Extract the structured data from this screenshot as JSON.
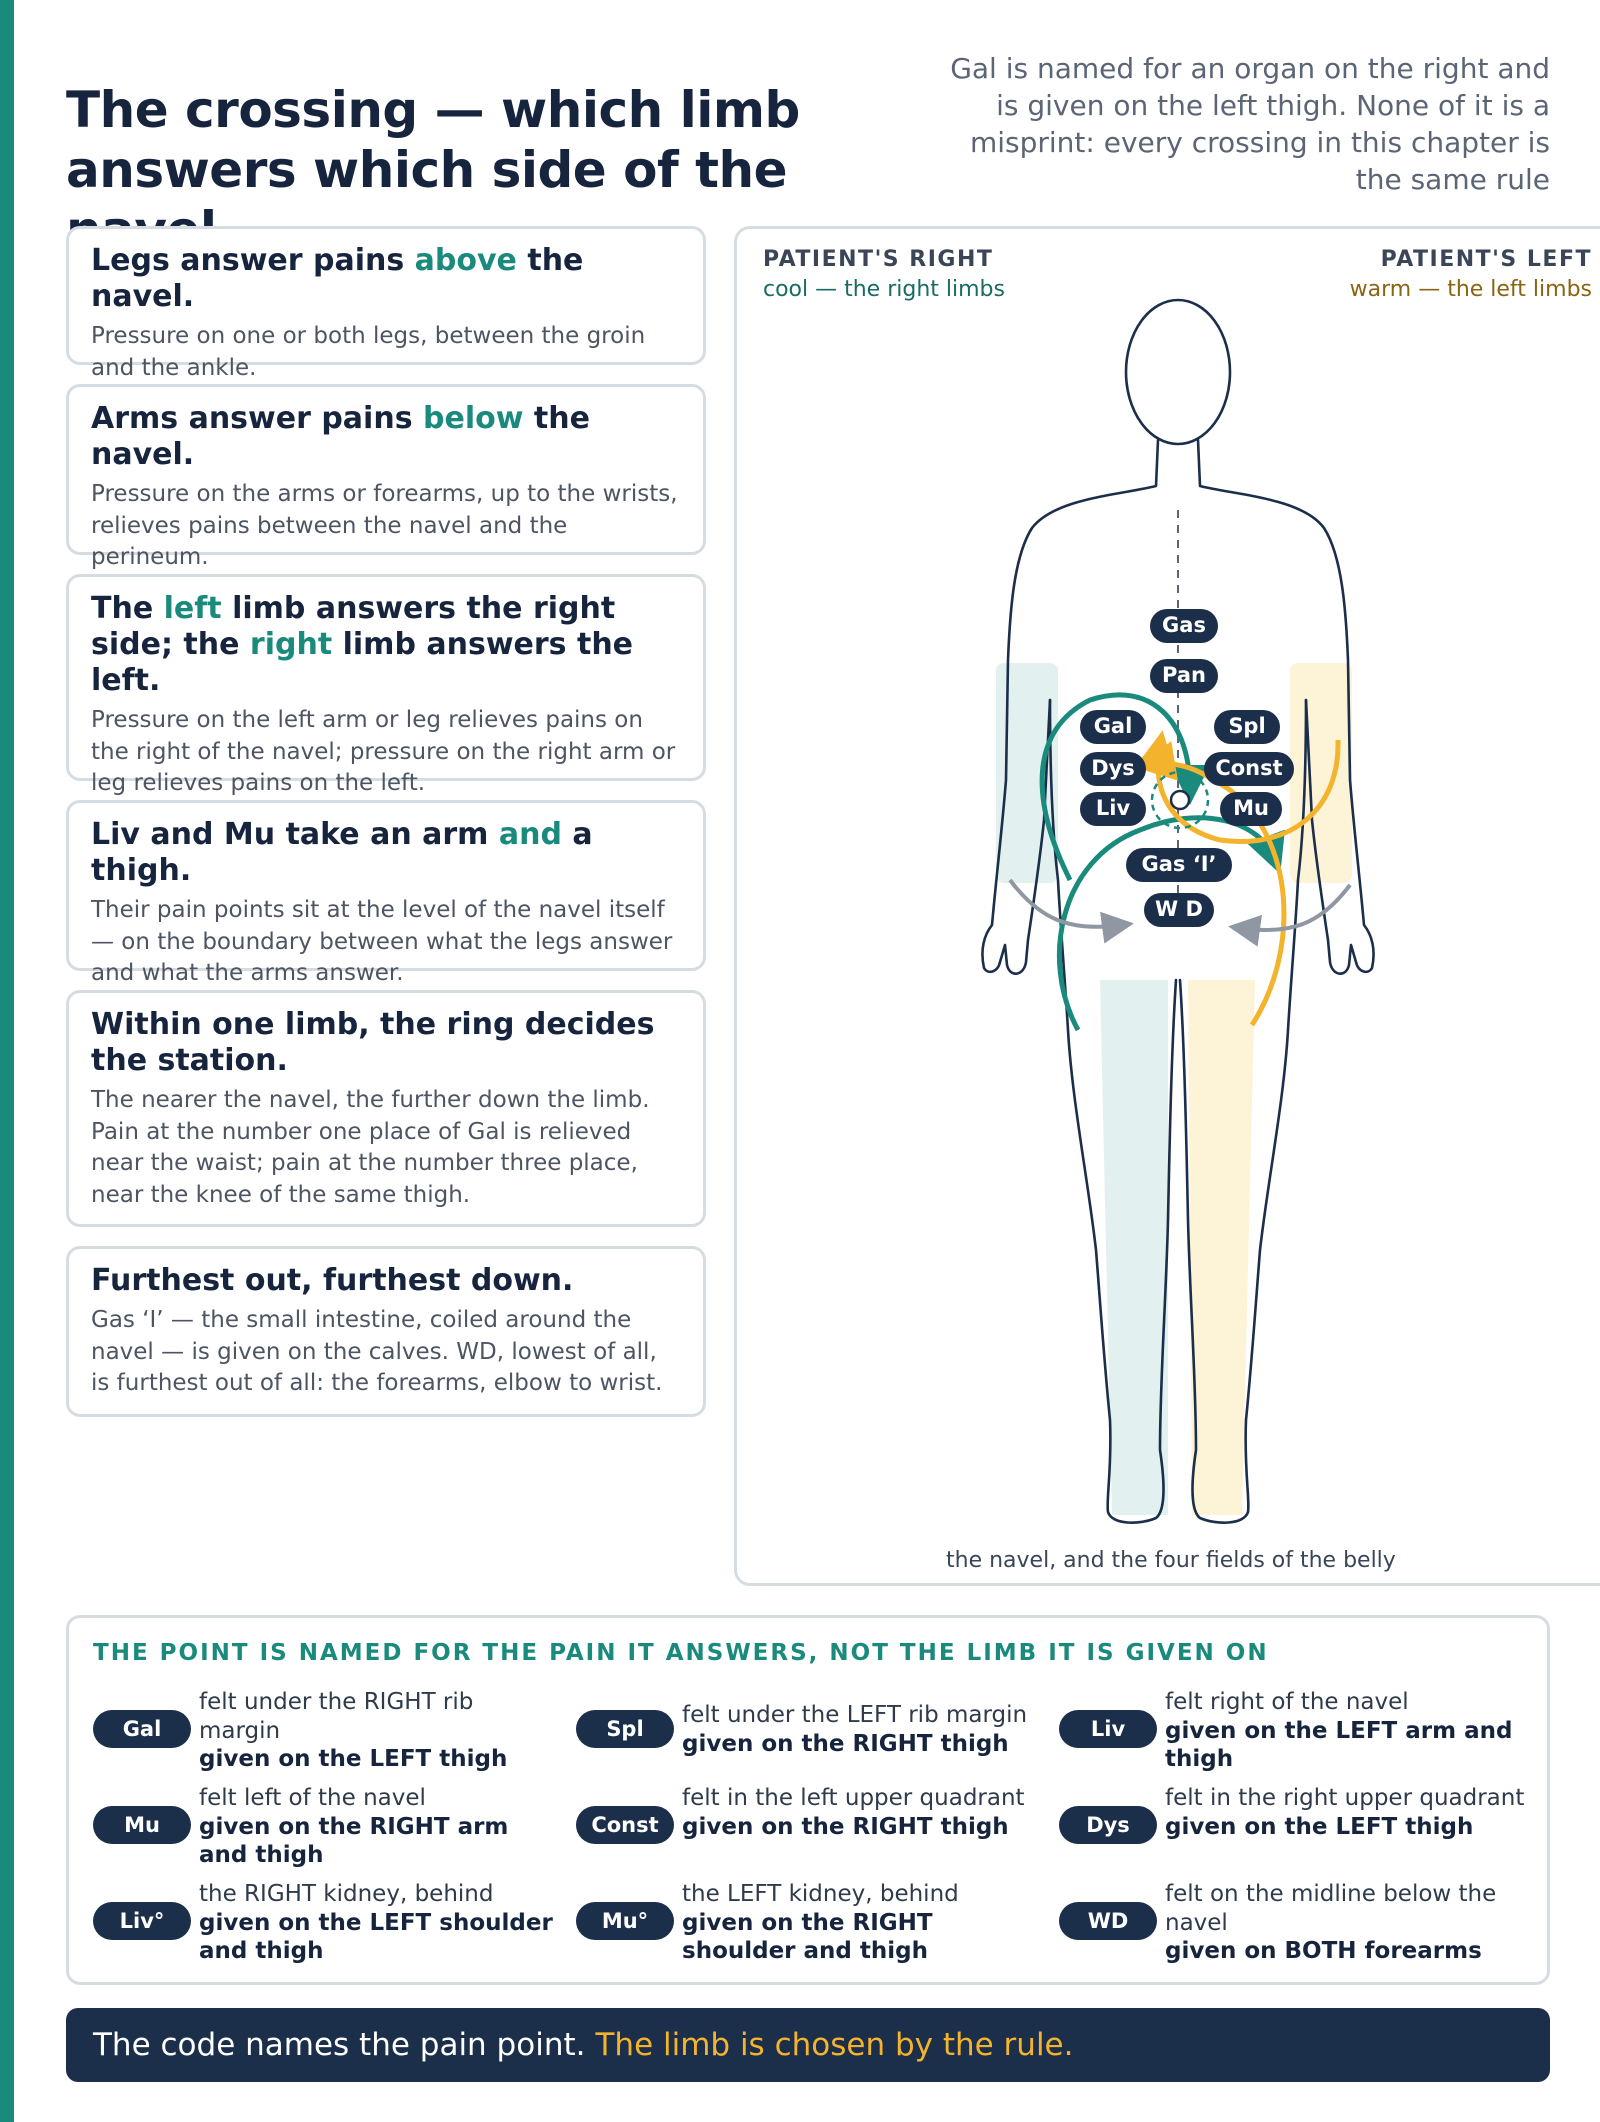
{
  "title": "The crossing — which limb answers which side of the navel",
  "subtitle": "Gal is named for an organ on the right and is given on the left thigh. None of it is a misprint: every crossing in this chapter is the same rule",
  "rules": [
    {
      "head_pre": "Legs answer pains ",
      "head_hl": "above",
      "head_post": " the navel.",
      "body": "Pressure on one or both legs, between the groin and the ankle."
    },
    {
      "head_pre": "Arms answer pains ",
      "head_hl": "below",
      "head_post": " the navel.",
      "body": "Pressure on the arms or forearms, up to the wrists, relieves pains between the navel and the perineum."
    },
    {
      "head_pre": "The ",
      "head_hl": "left",
      "head_mid": " limb answers the right side; the ",
      "head_hl2": "right",
      "head_post": " limb answers the left.",
      "body": "Pressure on the left arm or leg relieves pains on the right of the navel; pressure on the right arm or leg relieves pains on the left."
    },
    {
      "head_pre": "Liv and Mu take an arm ",
      "head_hl": "and",
      "head_post": " a thigh.",
      "body": "Their pain points sit at the level of the navel itself — on the boundary between what the legs answer and what the arms answer."
    },
    {
      "head_pre": "Within one limb, the ring decides the station.",
      "body": "The nearer the navel, the further down the limb. Pain at the number one place of Gal is relieved near the waist; pain at the number three place, near the knee of the same thigh."
    },
    {
      "head_pre": "Furthest out, furthest down.",
      "body": "Gas ‘I’ — the small intestine, coiled around the navel — is given on the calves. WD, lowest of all, is furthest out of all: the forearms, elbow to wrist."
    }
  ],
  "figure": {
    "right_head": "PATIENT'S RIGHT",
    "right_sub": "cool — the right limbs",
    "left_head": "PATIENT'S LEFT",
    "left_sub": "warm — the left limbs",
    "caption": "the navel, and the four fields of the belly",
    "points": [
      "Gas",
      "Pan",
      "Gal",
      "Spl",
      "Dys",
      "Const",
      "Liv",
      "Mu",
      "Gas ‘I’",
      "W D"
    ],
    "colors": {
      "cool": "#1a8a7d",
      "warm": "#f4b32d",
      "cool_fill": "#e2f0ef",
      "warm_fill": "#fdf3d6",
      "pill": "#1b2e4a",
      "grey_arrow": "#8f97a3"
    }
  },
  "key": {
    "title": "THE POINT IS NAMED FOR THE PAIN IT ANSWERS, NOT THE LIMB IT IS GIVEN ON",
    "items": [
      {
        "code": "Gal",
        "text": "felt under the RIGHT rib margin",
        "given": "given on the LEFT thigh"
      },
      {
        "code": "Spl",
        "text": "felt under the LEFT rib margin",
        "given": "given on the RIGHT thigh"
      },
      {
        "code": "Liv",
        "text": "felt right of the navel",
        "given": "given on the LEFT arm and thigh"
      },
      {
        "code": "Mu",
        "text": "felt left of the navel",
        "given": "given on the RIGHT arm and thigh"
      },
      {
        "code": "Const",
        "text": "felt in the left upper quadrant",
        "given": "given on the RIGHT thigh"
      },
      {
        "code": "Dys",
        "text": "felt in the right upper quadrant",
        "given": "given on the LEFT thigh"
      },
      {
        "code": "Liv°",
        "text": "the RIGHT kidney, behind",
        "given": "given on the LEFT shoulder and thigh"
      },
      {
        "code": "Mu°",
        "text": "the LEFT kidney, behind",
        "given": "given on the RIGHT shoulder and thigh"
      },
      {
        "code": "WD",
        "text": "felt on the midline below the navel",
        "given": "given on BOTH forearms"
      }
    ]
  },
  "banner": {
    "text": "The code names the pain point.",
    "highlight": "The limb is chosen by the rule."
  }
}
